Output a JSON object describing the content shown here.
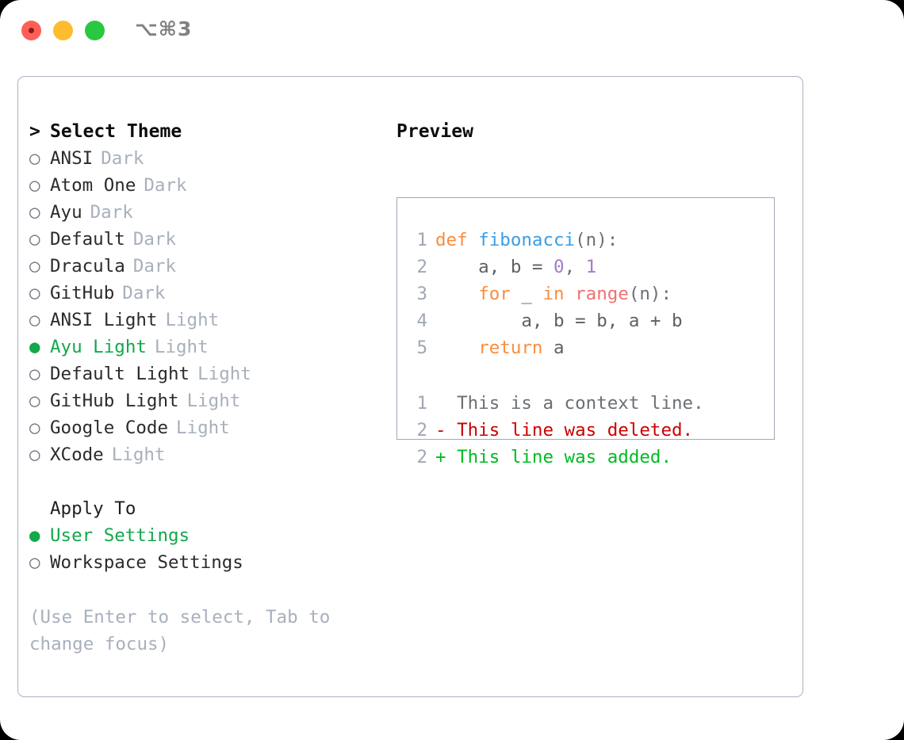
{
  "window": {
    "shortcut_title": "⌥⌘3",
    "traffic_lights": [
      "close",
      "minimize",
      "maximize"
    ]
  },
  "colors": {
    "accent_green": "#12A84B",
    "muted_gray": "#A8B0BC",
    "panel_border": "#A9B2C0",
    "keyword_orange": "#FA8D3E",
    "function_blue": "#399EE6",
    "call_coral": "#F07171",
    "number_purple": "#A37ACC",
    "diff_delete_red": "#CC0000",
    "diff_add_green": "#00BB22"
  },
  "left": {
    "header": "Select Theme",
    "header_caret": ">",
    "bullet_unselected": "○",
    "bullet_selected": "●",
    "themes": [
      {
        "name": "ANSI",
        "category": "Dark",
        "selected": false
      },
      {
        "name": "Atom One",
        "category": "Dark",
        "selected": false
      },
      {
        "name": "Ayu",
        "category": "Dark",
        "selected": false
      },
      {
        "name": "Default",
        "category": "Dark",
        "selected": false
      },
      {
        "name": "Dracula",
        "category": "Dark",
        "selected": false
      },
      {
        "name": "GitHub",
        "category": "Dark",
        "selected": false
      },
      {
        "name": "ANSI Light",
        "category": "Light",
        "selected": false
      },
      {
        "name": "Ayu Light",
        "category": "Light",
        "selected": true
      },
      {
        "name": "Default Light",
        "category": "Light",
        "selected": false
      },
      {
        "name": "GitHub Light",
        "category": "Light",
        "selected": false
      },
      {
        "name": "Google Code",
        "category": "Light",
        "selected": false
      },
      {
        "name": "XCode",
        "category": "Light",
        "selected": false
      }
    ],
    "apply_to_header": "Apply To",
    "apply_to": [
      {
        "name": "User Settings",
        "selected": true
      },
      {
        "name": "Workspace Settings",
        "selected": false
      }
    ],
    "hint": "(Use Enter to select, Tab to change focus)"
  },
  "right": {
    "preview_title": "Preview",
    "code_lines": [
      {
        "num": "1",
        "tokens": [
          {
            "t": "def ",
            "c": "kw"
          },
          {
            "t": "fibonacci",
            "c": "fn"
          },
          {
            "t": "(n):",
            "c": "pun"
          }
        ]
      },
      {
        "num": "2",
        "tokens": [
          {
            "t": "    a, b = ",
            "c": "var"
          },
          {
            "t": "0",
            "c": "num"
          },
          {
            "t": ", ",
            "c": "pun"
          },
          {
            "t": "1",
            "c": "num"
          }
        ]
      },
      {
        "num": "3",
        "tokens": [
          {
            "t": "    ",
            "c": "var"
          },
          {
            "t": "for",
            "c": "kw"
          },
          {
            "t": " _ ",
            "c": "var"
          },
          {
            "t": "in",
            "c": "kw"
          },
          {
            "t": " ",
            "c": "var"
          },
          {
            "t": "range",
            "c": "call"
          },
          {
            "t": "(n):",
            "c": "pun"
          }
        ]
      },
      {
        "num": "4",
        "tokens": [
          {
            "t": "        a, b = b, a + b",
            "c": "var"
          }
        ]
      },
      {
        "num": "5",
        "tokens": [
          {
            "t": "    ",
            "c": "var"
          },
          {
            "t": "return",
            "c": "kw"
          },
          {
            "t": " a",
            "c": "var"
          }
        ]
      }
    ],
    "diff_lines": [
      {
        "num": "1",
        "marker": " ",
        "text": " This is a context line.",
        "kind": "context"
      },
      {
        "num": "2",
        "marker": "-",
        "text": " This line was deleted.",
        "kind": "delete"
      },
      {
        "num": "2",
        "marker": "+",
        "text": " This line was added.",
        "kind": "add"
      }
    ]
  }
}
